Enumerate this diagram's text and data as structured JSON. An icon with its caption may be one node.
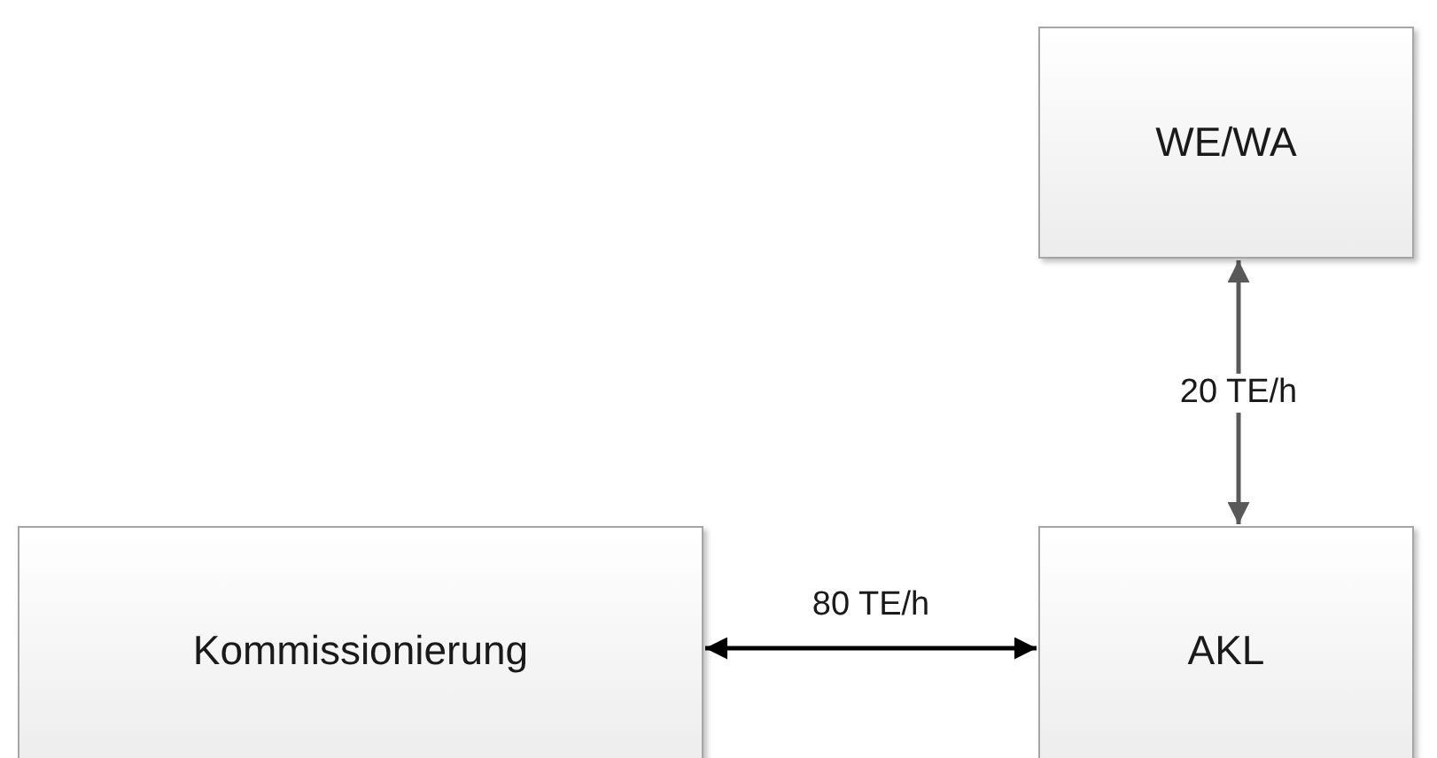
{
  "diagram": {
    "nodes": [
      {
        "text": [
          "WE/WA"
        ]
      },
      {
        "text": [
          "Kommissionierung"
        ]
      },
      {
        "text": [
          "AKL"
        ]
      }
    ],
    "edges": [
      {
        "from": 2,
        "to": 0,
        "arrow": "both",
        "label": "20 TE/h",
        "color": "#595959"
      },
      {
        "from": 1,
        "to": 2,
        "arrow": "both",
        "label": "80 TE/h"
      }
    ]
  }
}
